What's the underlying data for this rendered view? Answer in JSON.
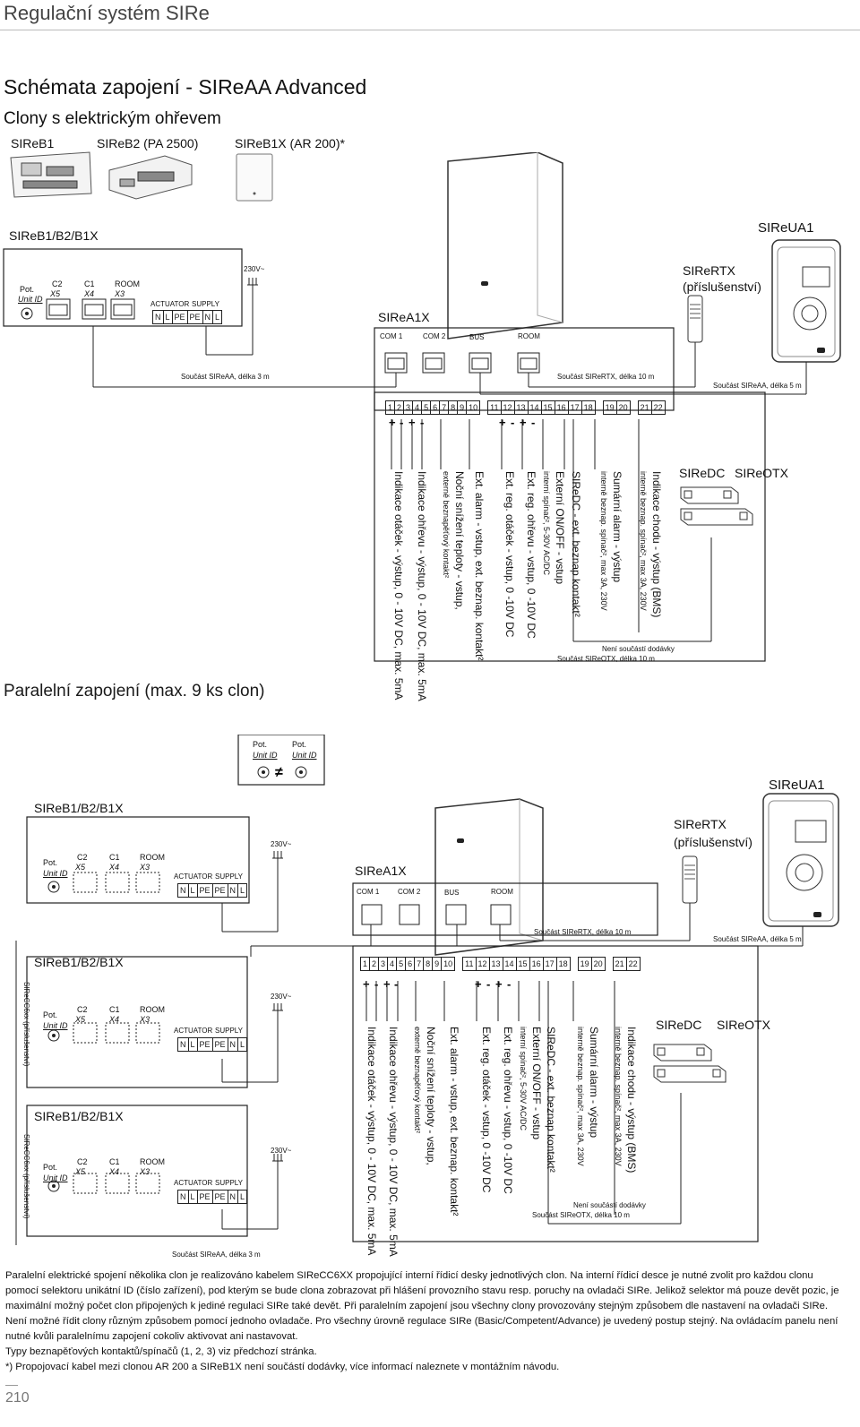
{
  "header": {
    "title": "Regulační systém SIRe"
  },
  "section": {
    "title": "Schémata zapojení  - SIReAA Advanced",
    "subtitle": "Clony s elektrickým ohřevem"
  },
  "products": {
    "b1": "SIReB1",
    "b2": "SIReB2 (PA 2500)",
    "b1x": "SIReB1X (AR 200)*"
  },
  "labels": {
    "bgroup": "SIReB1/B2/B1X",
    "ua1": "SIReUA1",
    "rtx": "SIReRTX",
    "rtx_note": "(příslušenství)",
    "a1x": "SIReA1X",
    "com1": "COM 1",
    "com2": "COM 2",
    "bus": "BUS",
    "room": "ROOM",
    "pot": "Pot.",
    "unit_id": "Unit ID",
    "c2": "C2",
    "x5": "X5",
    "c1": "C1",
    "x4": "X4",
    "room2": "ROOM",
    "x3": "X3",
    "actuator": "ACTUATOR",
    "supply": "SUPPLY",
    "n": "N",
    "l": "L",
    "pe": "PE",
    "v230": "230V~",
    "cable_aa3": "Součást  SIReAA, délka 3 m",
    "cable_rtx": "Součást  SIReRTX, délka 10 m",
    "cable_aa5": "Součást  SIReAA, délka 5 m",
    "not_included": "Není součástí dodávky",
    "cable_otx": "Součást  SIReOTX, délka 10 m",
    "dc": "SIReDC",
    "otx": "SIReOTX",
    "cc6": "SIReCC6xx (příslušenství)"
  },
  "terminals": {
    "g1": [
      "1",
      "2",
      "3",
      "4",
      "5",
      "6",
      "7",
      "8",
      "9",
      "10"
    ],
    "g2": [
      "11",
      "12",
      "13",
      "14",
      "15",
      "16",
      "17",
      "18"
    ],
    "g3": [
      "19",
      "20"
    ],
    "g4": [
      "21",
      "22"
    ]
  },
  "functions": [
    {
      "main": "Indikace otáček - výstup, 0 - 10V DC, max. 5mA",
      "sub": ""
    },
    {
      "main": "Indikace ohřevu - výstup, 0 - 10V DC, max. 5mA",
      "sub": ""
    },
    {
      "main": "Noční snížení teploty - vstup,",
      "sub": "externě beznapěťový kontakt²"
    },
    {
      "main": "Ext. alarm - vstup, ext. beznap. kontakt²",
      "sub": ""
    },
    {
      "main": "Ext. reg. otáček - vstup, 0 -10V DC",
      "sub": ""
    },
    {
      "main": "Ext. reg. ohřevu - vstup, 0 -10V DC",
      "sub": ""
    },
    {
      "main": "Externí ON/OFF - vstup",
      "sub": "interní spínač², 5-30V AC/DC"
    },
    {
      "main": "SIReDC - ext. beznap kontakt²",
      "sub": ""
    },
    {
      "main": "Sumární alarm - výstup",
      "sub": "interně beznap. spínač², max 3A, 230V"
    },
    {
      "main": "Indikace chodu  - výstup (BMS)",
      "sub": "interně beznap. spínač², max 3A, 230V"
    }
  ],
  "section2": {
    "title": "Paralelní zapojení (max. 9 ks clon)"
  },
  "footer": {
    "p1": "Paralelní elektrické spojení několika clon je realizováno kabelem SIReCC6XX propojující interní řídicí desky jednotlivých clon. Na interní řídicí desce je nutné zvolit pro každou clonu pomocí selektoru unikátní ID (číslo zařízení), pod kterým se bude clona zobrazovat při hlášení provozního stavu resp. poruchy na ovladači SIRe. Jelikož selektor má pouze devět pozic, je maximální možný počet clon připojených k jediné regulaci SIRe také devět.  Při paralelním zapojení jsou všechny clony provozovány stejným způsobem dle nastavení na ovladači SIRe. Není možné řídit clony různým způsobem pomocí jednoho ovladače. Pro všechny úrovně regulace SIRe (Basic/Competent/Advance) je uvedený postup stejný. Na ovládacím panelu není nutné kvůli paralelnímu zapojení cokoliv aktivovat ani nastavovat.",
    "p2": "Typy beznapěťových kontaktů/spínačů (1, 2, 3) viz předchozí stránka.",
    "p3": "*) Propojovací kabel mezi clonou AR 200 a SIReB1X není součástí dodávky, více informací naleznete v montážním návodu."
  },
  "page_number": "210"
}
